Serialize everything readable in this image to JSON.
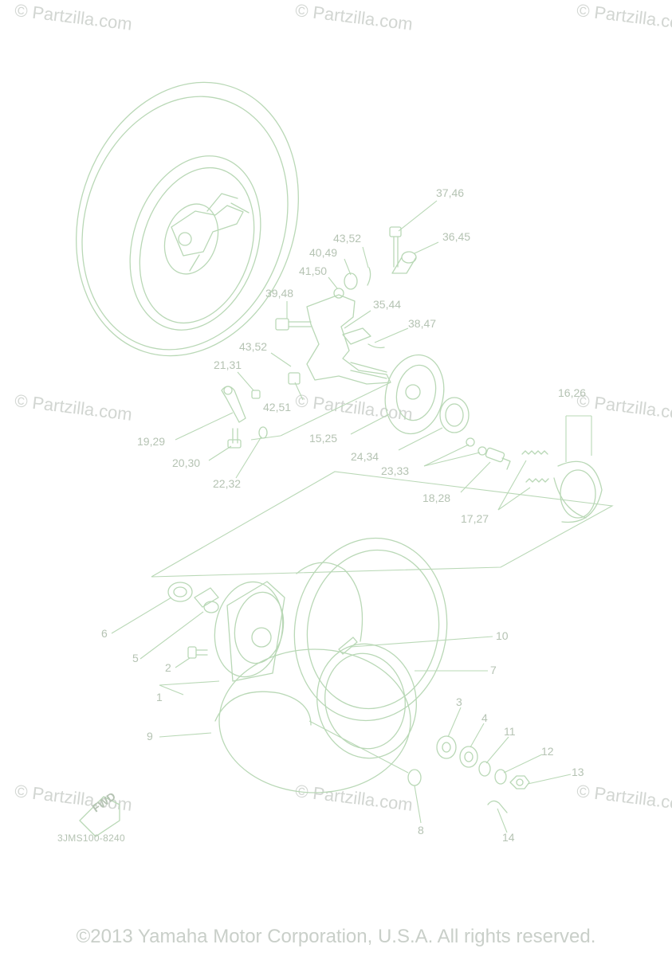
{
  "diagram_code": "3JMS100-8240",
  "copyright": "©2013 Yamaha Motor Corporation, U.S.A. All rights reserved.",
  "watermark": "© Partzilla.com",
  "fwd_label": "FWD",
  "colors": {
    "line": "#b9d8b6",
    "text": "#b5c3b3",
    "watermark": "#d2d6d2",
    "copyright": "#c9cfc9"
  },
  "callouts": [
    {
      "id": "c-37-46",
      "text": "37,46"
    },
    {
      "id": "c-36-45",
      "text": "36,45"
    },
    {
      "id": "c-43-52-top",
      "text": "43,52"
    },
    {
      "id": "c-40-49",
      "text": "40,49"
    },
    {
      "id": "c-41-50",
      "text": "41,50"
    },
    {
      "id": "c-39-48",
      "text": "39,48"
    },
    {
      "id": "c-35-44",
      "text": "35,44"
    },
    {
      "id": "c-38-47",
      "text": "38,47"
    },
    {
      "id": "c-43-52-mid",
      "text": "43,52"
    },
    {
      "id": "c-21-31",
      "text": "21,31"
    },
    {
      "id": "c-42-51",
      "text": "42,51"
    },
    {
      "id": "c-16-26",
      "text": "16,26"
    },
    {
      "id": "c-19-29",
      "text": "19,29"
    },
    {
      "id": "c-15-25",
      "text": "15,25"
    },
    {
      "id": "c-24-34",
      "text": "24,34"
    },
    {
      "id": "c-20-30",
      "text": "20,30"
    },
    {
      "id": "c-23-33",
      "text": "23,33"
    },
    {
      "id": "c-22-32",
      "text": "22,32"
    },
    {
      "id": "c-18-28",
      "text": "18,28"
    },
    {
      "id": "c-17-27",
      "text": "17,27"
    },
    {
      "id": "c-10",
      "text": "10"
    },
    {
      "id": "c-6",
      "text": "6"
    },
    {
      "id": "c-7",
      "text": "7"
    },
    {
      "id": "c-5",
      "text": "5"
    },
    {
      "id": "c-2",
      "text": "2"
    },
    {
      "id": "c-1",
      "text": "1"
    },
    {
      "id": "c-3",
      "text": "3"
    },
    {
      "id": "c-4",
      "text": "4"
    },
    {
      "id": "c-11",
      "text": "11"
    },
    {
      "id": "c-9",
      "text": "9"
    },
    {
      "id": "c-12",
      "text": "12"
    },
    {
      "id": "c-13",
      "text": "13"
    },
    {
      "id": "c-8",
      "text": "8"
    },
    {
      "id": "c-14",
      "text": "14"
    }
  ]
}
